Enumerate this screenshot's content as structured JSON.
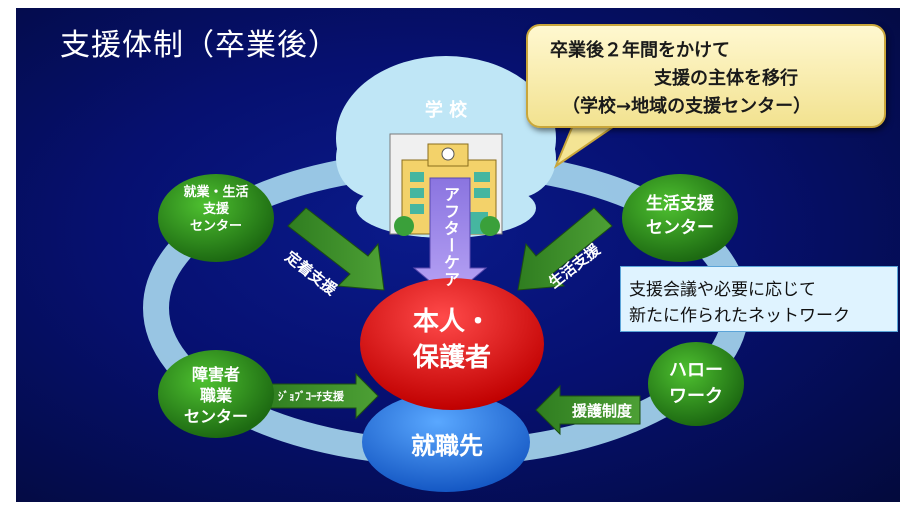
{
  "title": "支援体制（卒業後）",
  "callout": {
    "line1": "卒業後２年間をかけて",
    "line2": "支援の主体を移行",
    "line3": "（学校→地域の支援センター）"
  },
  "note": {
    "line1": "支援会議や必要に応じて",
    "line2": "新たに作られたネットワーク"
  },
  "nodes": {
    "school": "学 校",
    "honnin_line1": "本人・",
    "honnin_line2": "保護者",
    "shushoku": "就職先",
    "shugyo_line1": "就業・生活",
    "shugyo_line2": "支援",
    "shugyo_line3": "センター",
    "seikatsu_line1": "生活支援",
    "seikatsu_line2": "センター",
    "shogai_line1": "障害者",
    "shogai_line2": "職業",
    "shogai_line3": "センター",
    "hello_line1": "ハロー",
    "hello_line2": "ワーク"
  },
  "arrows": {
    "after_care": "アフターケア",
    "left_support": "定着支援",
    "right_support": "生活支援",
    "job_coach": "ｼﾞｮﾌﾞｺｰﾁ支援",
    "assist": "援護制度"
  },
  "colors": {
    "background": "#061070",
    "green_node": "#2e8b1e",
    "red_node": "#e01010",
    "blue_node": "#2a78e0",
    "school_cloud": "#bfe6f6",
    "ring": "#a8d8ee",
    "purple_arrow": "#9b84e6",
    "green_arrow": "#3a8a2a"
  }
}
